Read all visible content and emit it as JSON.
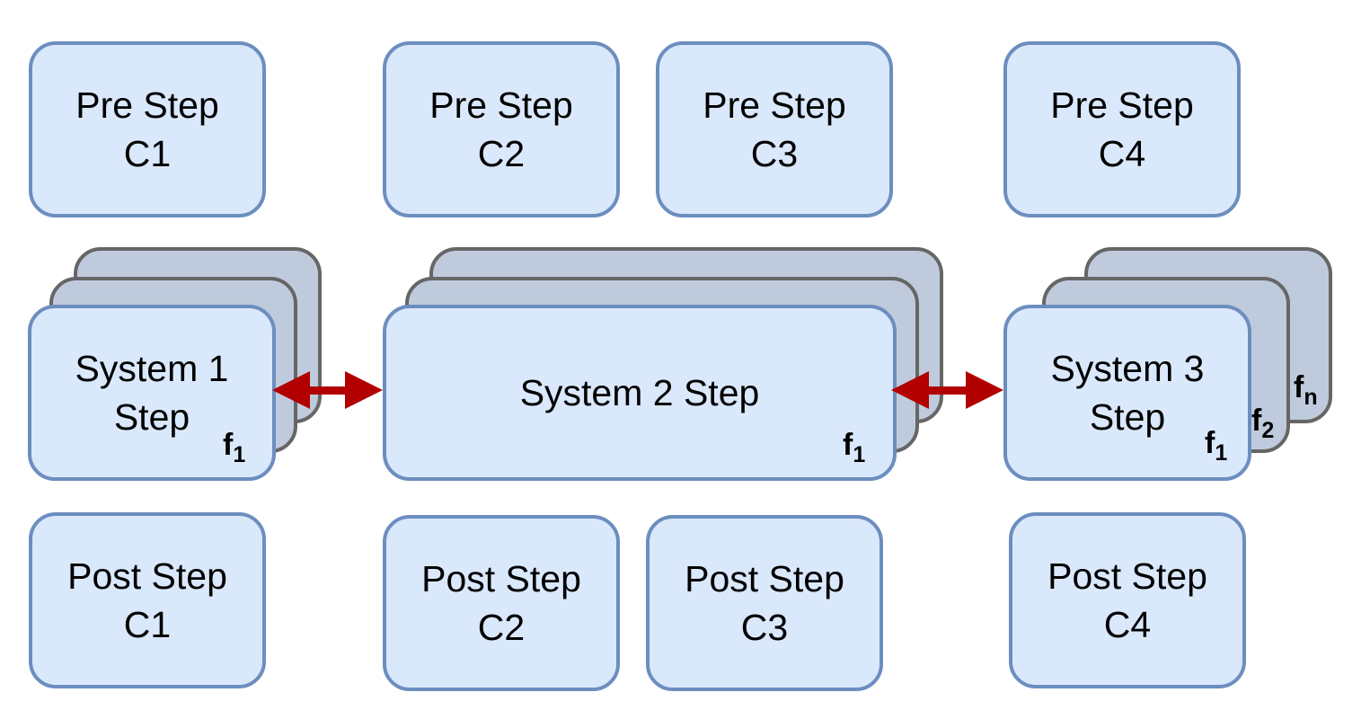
{
  "pre_steps": [
    {
      "line1": "Pre Step",
      "line2": "C1"
    },
    {
      "line1": "Pre Step",
      "line2": "C2"
    },
    {
      "line1": "Pre Step",
      "line2": "C3"
    },
    {
      "line1": "Pre Step",
      "line2": "C4"
    }
  ],
  "post_steps": [
    {
      "line1": "Post Step",
      "line2": "C1"
    },
    {
      "line1": "Post Step",
      "line2": "C2"
    },
    {
      "line1": "Post Step",
      "line2": "C3"
    },
    {
      "line1": "Post Step",
      "line2": "C4"
    }
  ],
  "systems": [
    {
      "line1": "System 1",
      "line2": "Step"
    },
    {
      "line1": "System 2 Step"
    },
    {
      "line1": "System 3",
      "line2": "Step"
    }
  ],
  "frame_labels": {
    "f": "f",
    "sub_1": "1",
    "sub_2": "2",
    "sub_n": "n"
  },
  "colors": {
    "box_fill": "#dae8fc",
    "box_stroke": "#6c8ebf",
    "stack_fill": "#bfcbdd",
    "stack_stroke": "#666666",
    "arrow": "#b20000"
  }
}
